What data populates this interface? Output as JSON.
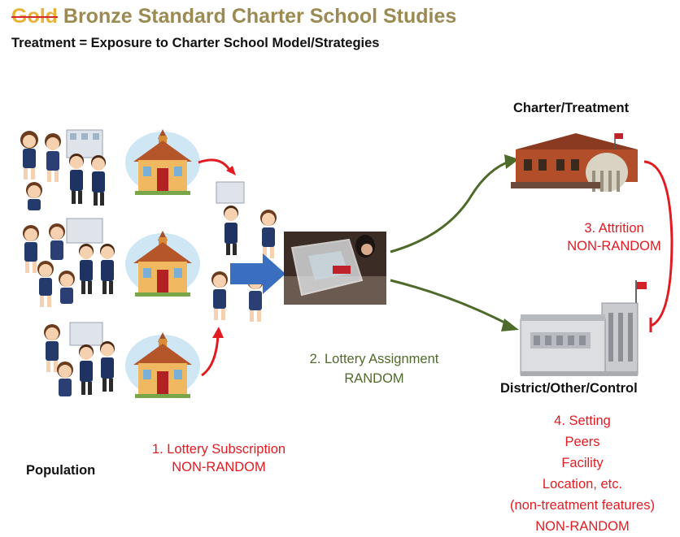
{
  "header": {
    "title_struck": "Gold",
    "title_rest": "Bronze Standard Charter School Studies",
    "subtitle": "Treatment = Exposure to Charter School Model/Strategies"
  },
  "labels": {
    "population": "Population",
    "charter_treatment": "Charter/Treatment",
    "district_control": "District/Other/Control"
  },
  "steps": {
    "lottery_subscription": {
      "line1": "1. Lottery Subscription",
      "line2": "NON-RANDOM"
    },
    "lottery_assignment": {
      "line1": "2.  Lottery Assignment",
      "line2": "RANDOM"
    },
    "attrition": {
      "line1": "3. Attrition",
      "line2": "NON-RANDOM"
    },
    "setting": {
      "lines": [
        "4. Setting",
        "Peers",
        "Facility",
        "Location, etc.",
        "(non-treatment features)",
        "NON-RANDOM"
      ]
    }
  },
  "colors": {
    "title_gold": "#9b8a52",
    "struck_word": "#e8b13a",
    "red": "#e11b22",
    "green": "#4e6a2b",
    "blue_arrow": "#3a6fbf"
  },
  "icons": [
    "student-group-icon",
    "schoolhouse-icon",
    "student-icon",
    "lottery-drum-photo",
    "charter-building-icon",
    "district-building-icon"
  ]
}
